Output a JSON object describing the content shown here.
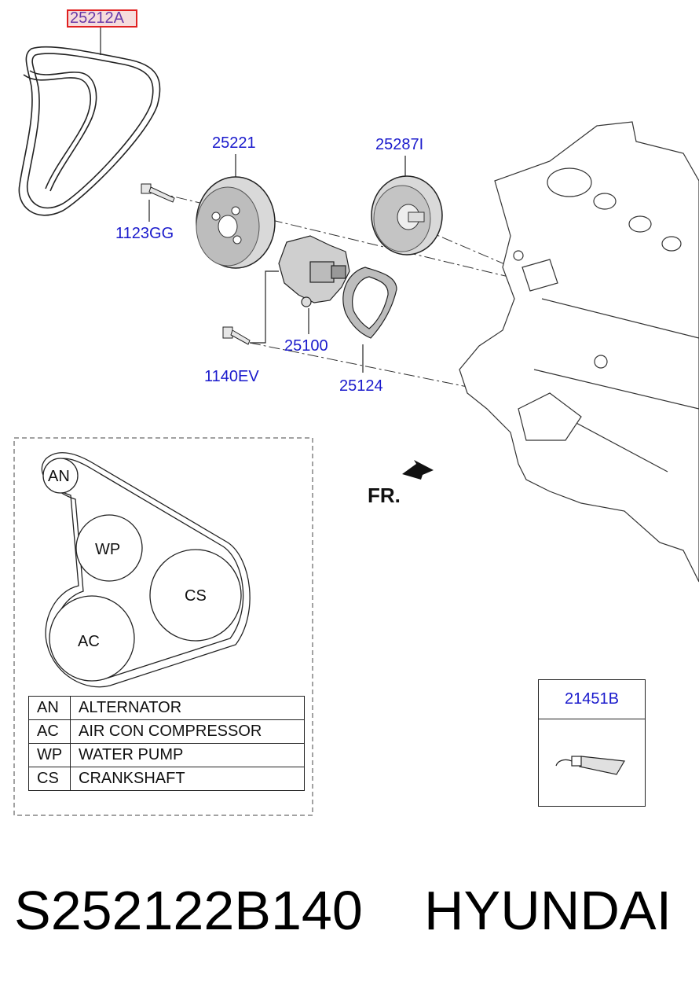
{
  "callouts": {
    "belt": "25212A",
    "pulley": "25221",
    "idler": "25287I",
    "bolt_upper": "1123GG",
    "water_pump": "25100",
    "bolt_lower": "1140EV",
    "gasket": "25124",
    "sealant": "21451B"
  },
  "direction": {
    "front_label": "FR."
  },
  "belt_routing": {
    "pulleys": [
      {
        "code": "AN"
      },
      {
        "code": "WP"
      },
      {
        "code": "CS"
      },
      {
        "code": "AC"
      }
    ]
  },
  "legend": [
    {
      "code": "AN",
      "name": "ALTERNATOR"
    },
    {
      "code": "AC",
      "name": "AIR CON COMPRESSOR"
    },
    {
      "code": "WP",
      "name": "WATER PUMP"
    },
    {
      "code": "CS",
      "name": "CRANKSHAFT"
    }
  ],
  "footer": {
    "part_number": "S252122B140",
    "brand": "HYUNDAI"
  },
  "colors": {
    "callout": "#1a1acc",
    "highlight_border": "#e02020",
    "highlight_fill": "#f6dcdc"
  }
}
